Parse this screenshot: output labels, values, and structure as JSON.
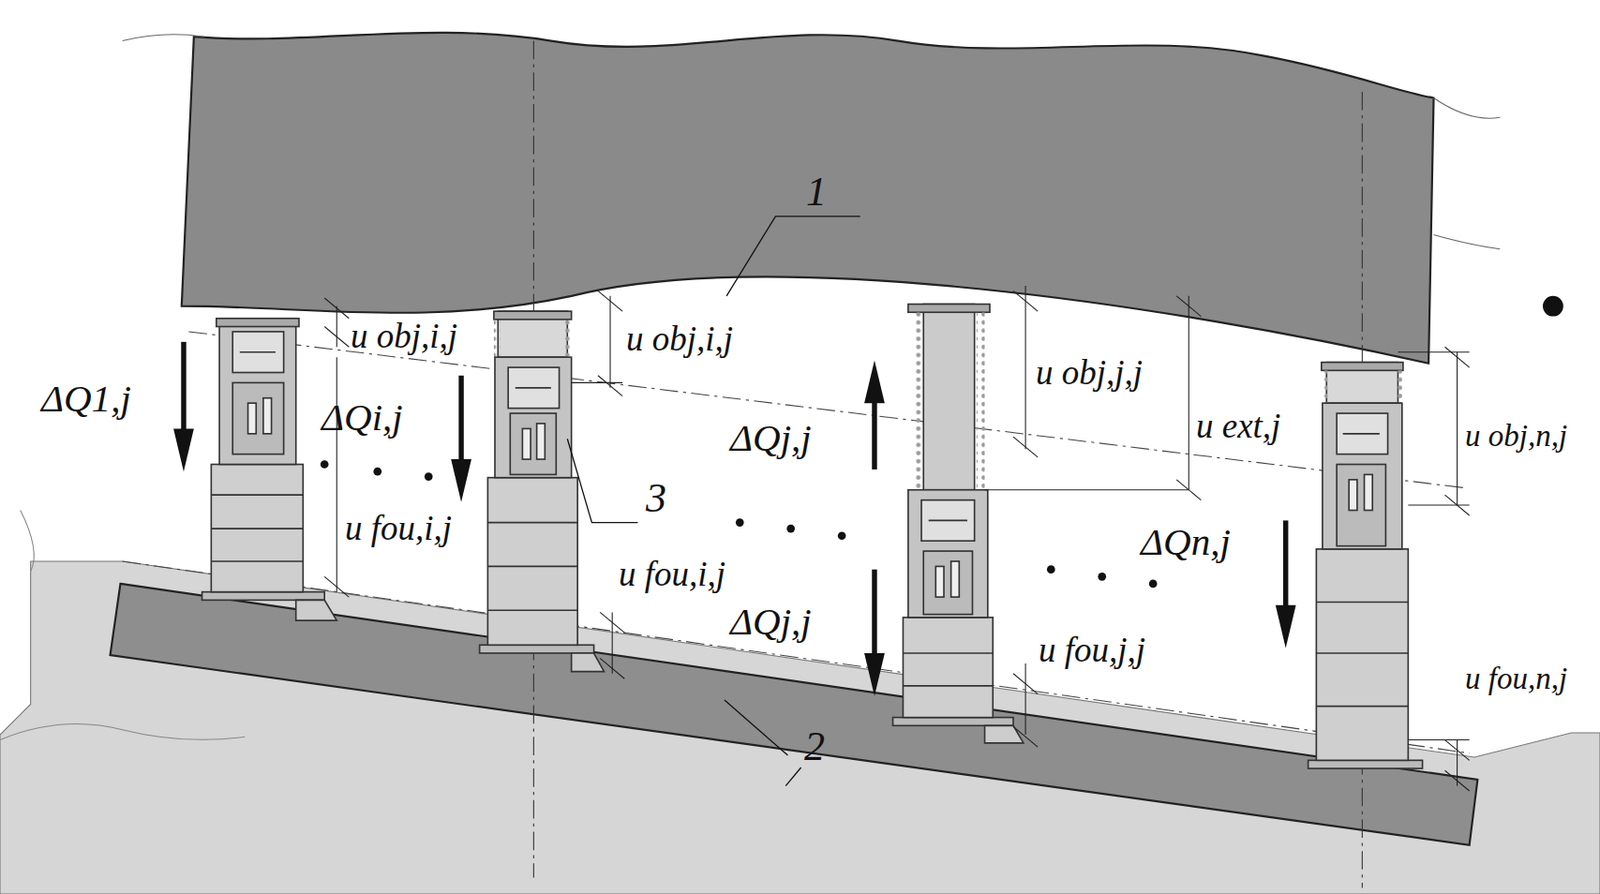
{
  "diagram": {
    "labels": [
      "1",
      "u obj,i,j",
      "u obj,i,j",
      "ΔQ1,j",
      "ΔQi,j",
      "u obj,j,j",
      "u ext,j",
      "u obj,n,j",
      "ΔQj,j",
      "3",
      "u fou,i,j",
      "ΔQn,j",
      "u fou,i,j",
      "ΔQj,j",
      "u fou,j,j",
      "2",
      "u fou,n,j"
    ]
  }
}
